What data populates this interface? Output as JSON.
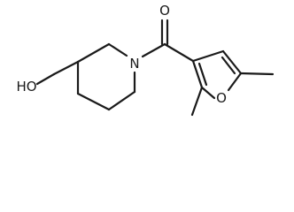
{
  "molecule": {
    "atom_labels": {
      "hydroxyl": "HO",
      "ring_nitrogen": "N",
      "carbonyl_oxygen": "O",
      "furan_oxygen": "O"
    }
  }
}
